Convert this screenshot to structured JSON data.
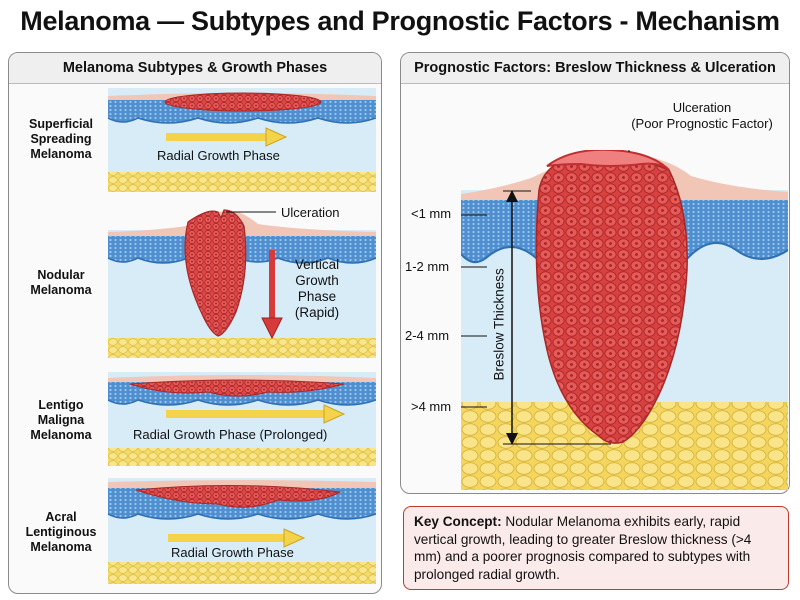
{
  "title": "Melanoma — Subtypes and Prognostic Factors - Mechanism",
  "left_panel": {
    "heading": "Melanoma Subtypes & Growth Phases",
    "subtypes": [
      {
        "label": "Superficial Spreading Melanoma",
        "label_lines": [
          "Superficial",
          "Spreading",
          "Melanoma"
        ],
        "growth_text": "Radial Growth Phase"
      },
      {
        "label": "Nodular Melanoma",
        "label_lines": [
          "Nodular",
          "Melanoma"
        ],
        "ulceration_text": "Ulceration",
        "growth_lines": [
          "Vertical",
          "Growth",
          "Phase",
          "(Rapid)"
        ]
      },
      {
        "label": "Lentigo Maligna Melanoma",
        "label_lines": [
          "Lentigo",
          "Maligna",
          "Melanoma"
        ],
        "growth_text": "Radial Growth Phase (Prolonged)"
      },
      {
        "label": "Acral Lentiginous Melanoma",
        "label_lines": [
          "Acral",
          "Lentiginous",
          "Melanoma"
        ],
        "growth_text": "Radial Growth Phase"
      }
    ]
  },
  "right_panel": {
    "heading": "Prognostic Factors: Breslow Thickness & Ulceration",
    "ulceration_lines": [
      "Ulceration",
      "(Poor Prognostic Factor)"
    ],
    "depth_marks": [
      "<1 mm",
      "1-2 mm",
      "2-4 mm",
      ">4 mm"
    ],
    "axis_label": "Breslow Thickness"
  },
  "key_concept": {
    "label": "Key Concept:",
    "text": " Nodular Melanoma exhibits early, rapid vertical growth, leading to greater Breslow thickness (>4 mm) and a poorer prognosis compared to subtypes with prolonged radial growth."
  },
  "colors": {
    "epidermis_blue": "#4f8fd0",
    "dermis_blue": "#d8ecf8",
    "fat_yellow": "#f5dc6a",
    "tumor_red": "#e04848",
    "arrow_yellow": "#f4d24a",
    "arrow_red": "#d63a3a",
    "key_border": "#c0392b"
  }
}
